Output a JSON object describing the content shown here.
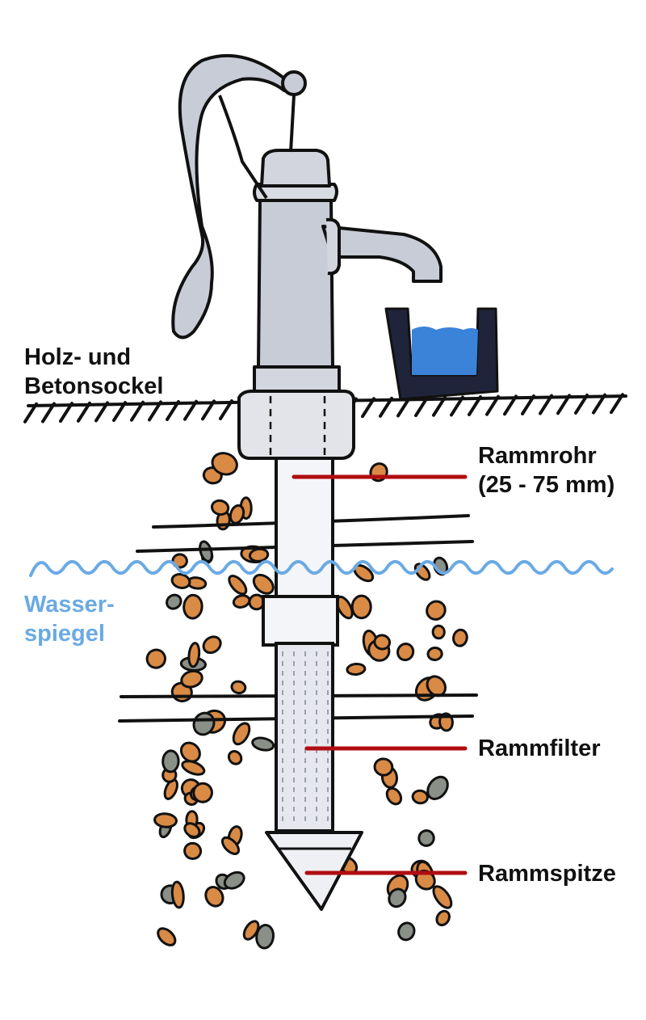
{
  "labels": {
    "sockel": [
      "Holz- und",
      "Betonsockel"
    ],
    "rammrohr": [
      "Rammrohr",
      "(25 - 75 mm)"
    ],
    "wasserspiegel": [
      "Wasser-",
      "spiegel"
    ],
    "rammfilter": "Rammfilter",
    "rammspitze": "Rammspitze"
  },
  "colors": {
    "outline": "#111111",
    "metal": "#c8ccd6",
    "metal_light": "#dfe2e9",
    "water_label": "#6aaae4",
    "water_line": "#6aaae4",
    "bucket_water": "#3b82d9",
    "bucket": "#20243a",
    "leader": "#b00d12",
    "gravel_orange": "#d98a45",
    "gravel_gray": "#8a8f88"
  }
}
